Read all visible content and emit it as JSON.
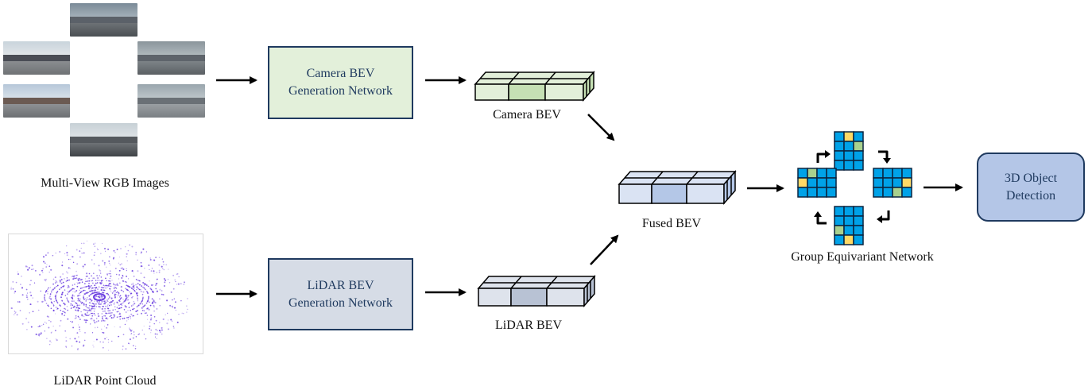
{
  "labels": {
    "multiview": "Multi-View RGB Images",
    "lidar_cloud": "LiDAR Point Cloud",
    "camera_bev": "Camera BEV",
    "lidar_bev": "LiDAR BEV",
    "fused_bev": "Fused BEV",
    "group_equivariant": "Group Equivariant Network"
  },
  "boxes": {
    "camera_net": {
      "line1": "Camera BEV",
      "line2": "Generation Network"
    },
    "lidar_net": {
      "line1": "LiDAR BEV",
      "line2": "Generation Network"
    },
    "detection": {
      "line1": "3D Object",
      "line2": "Detection"
    }
  },
  "colors": {
    "camera_box_fill": "#e3f0da",
    "lidar_box_fill": "#d6dce6",
    "detection_fill": "#b4c6e7",
    "camera_bev_light": "#e2efd9",
    "camera_bev_dark": "#c5e0b4",
    "lidar_bev_light": "#dee3ec",
    "lidar_bev_dark": "#b8c2d4",
    "fused_bev_light": "#dae3f3",
    "fused_bev_dark": "#b4c7e7",
    "grid_blue": "#00a2e8",
    "grid_yellow": "#ffd966",
    "grid_green": "#a9d18e",
    "point_cloud": "#6b3fe0"
  }
}
